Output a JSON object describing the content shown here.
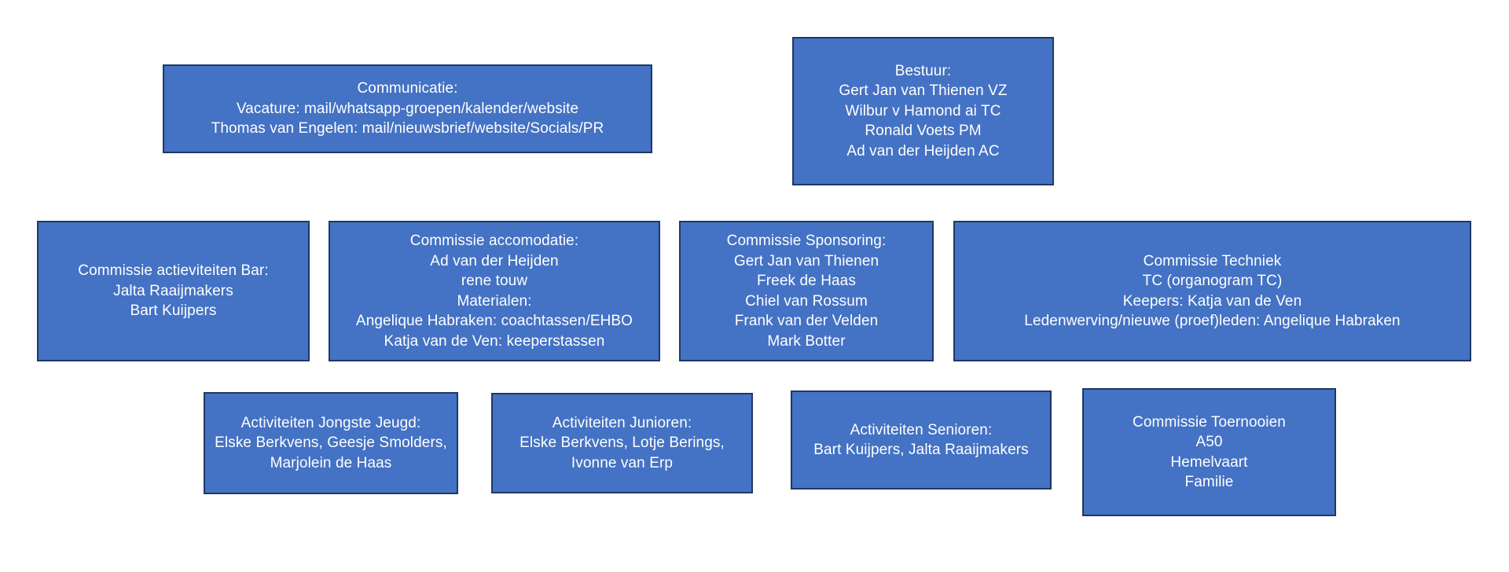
{
  "diagram": {
    "type": "organization-chart",
    "title_present": false,
    "background_color": "#FFFFFF",
    "box_fill_color": "#4472C4",
    "box_border_color": "#1F3864",
    "text_color": "#FFFFFF",
    "boxes": [
      {
        "id": "communicatie",
        "name": "Communicatie",
        "row": 1,
        "lines": [
          "Communicatie:",
          "Vacature: mail/whatsapp-groepen/kalender/website",
          "Thomas van Engelen: mail/nieuwsbrief/website/Socials/PR"
        ]
      },
      {
        "id": "bestuur",
        "name": "Bestuur",
        "row": 1,
        "lines": [
          "Bestuur:",
          "Gert Jan van Thienen VZ",
          "Wilbur v Hamond ai TC",
          "Ronald Voets PM",
          "Ad van der Heijden AC"
        ]
      },
      {
        "id": "commissie-actieviteiten-bar",
        "name": "Commissie actieviteiten Bar",
        "row": 2,
        "lines": [
          "Commissie actieviteiten Bar:",
          "Jalta Raaijmakers",
          "Bart Kuijpers"
        ]
      },
      {
        "id": "commissie-accomodatie",
        "name": "Commissie accomodatie",
        "row": 2,
        "lines": [
          "Commissie accomodatie:",
          "Ad van der Heijden",
          "rene touw",
          "Materialen:",
          "Angelique Habraken: coachtassen/EHBO",
          "Katja van de Ven: keeperstassen"
        ]
      },
      {
        "id": "commissie-sponsoring",
        "name": "Commissie Sponsoring",
        "row": 2,
        "lines": [
          "Commissie Sponsoring:",
          "Gert Jan van Thienen",
          "Freek de Haas",
          "Chiel van Rossum",
          "Frank van der Velden",
          "Mark Botter"
        ]
      },
      {
        "id": "commissie-techniek",
        "name": "Commissie Techniek",
        "row": 2,
        "lines": [
          "Commissie Techniek",
          "TC (organogram TC)",
          "Keepers: Katja van de Ven",
          "Ledenwerving/nieuwe (proef)leden: Angelique Habraken"
        ]
      },
      {
        "id": "activiteiten-jongste-jeugd",
        "name": "Activiteiten Jongste Jeugd",
        "row": 3,
        "lines": [
          "Activiteiten Jongste Jeugd:",
          "Elske Berkvens, Geesje Smolders,",
          "Marjolein de Haas"
        ]
      },
      {
        "id": "activiteiten-junioren",
        "name": "Activiteiten Junioren",
        "row": 3,
        "lines": [
          "Activiteiten Junioren:",
          "Elske Berkvens, Lotje Berings,",
          "Ivonne van Erp"
        ]
      },
      {
        "id": "activiteiten-senioren",
        "name": "Activiteiten Senioren",
        "row": 3,
        "lines": [
          "Activiteiten Senioren:",
          "Bart Kuijpers, Jalta Raaijmakers"
        ]
      },
      {
        "id": "commissie-toernooien",
        "name": "Commissie Toernooien",
        "row": 3,
        "lines": [
          "Commissie Toernooien",
          "A50",
          "Hemelvaart",
          "Familie"
        ]
      }
    ]
  }
}
